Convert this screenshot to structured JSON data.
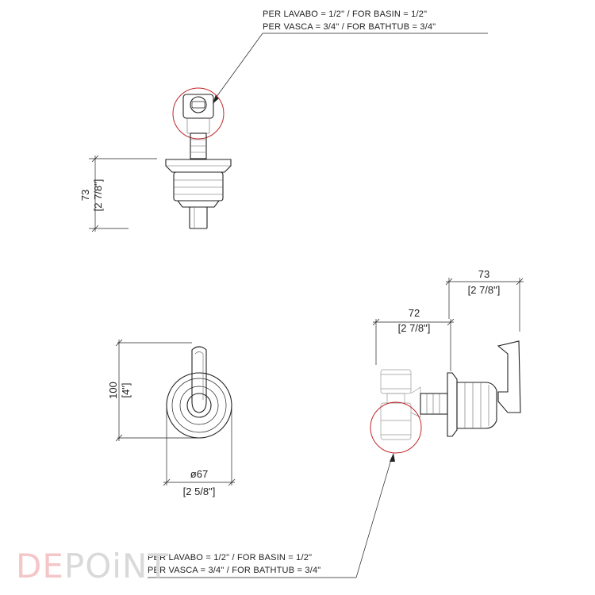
{
  "notes": {
    "top_line1": "PER LAVABO = 1/2\"  / FOR BASIN = 1/2\"",
    "top_line2": "PER VASCA  = 3/4\"  / FOR BATHTUB = 3/4\"",
    "bottom_line1": "PER LAVABO = 1/2\"  / FOR BASIN = 1/2\"",
    "bottom_line2": "PER VASCA  = 3/4\"  / FOR BATHTUB = 3/4\""
  },
  "dimensions": {
    "top_height_mm": "73",
    "top_height_in": "[2 7/8\"]",
    "front_height_mm": "100",
    "front_height_in": "[4\"]",
    "front_diameter_mm": "ø67",
    "front_diameter_in": "[2 5/8\"]",
    "side_depth_mm": "72",
    "side_depth_in": "[2 7/8\"]",
    "side_total_mm": "73",
    "side_total_in": "[2 7/8\"]"
  },
  "logo": {
    "part1": "DE",
    "part2": "POiNT"
  },
  "colors": {
    "callout": "#c0262a",
    "logo_pink": "#f4c6c8",
    "logo_grey": "#d9d9d9"
  }
}
